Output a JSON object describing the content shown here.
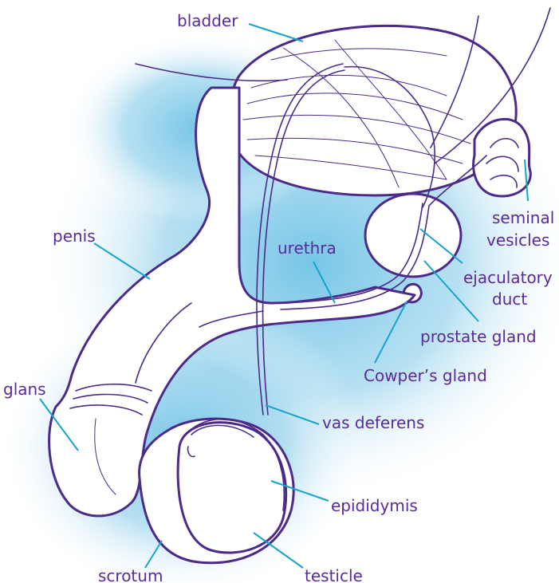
{
  "colors": {
    "background_glow": "#9fd6ee",
    "outline": "#4b2a8a",
    "label_text": "#5a2a98",
    "leader_line": "#17a3cc"
  },
  "labels": {
    "bladder": "bladder",
    "penis": "penis",
    "urethra": "urethra",
    "seminal_vesicles_line1": "seminal",
    "seminal_vesicles_line2": "vesicles",
    "ejaculatory_duct_line1": "ejaculatory",
    "ejaculatory_duct_line2": "duct",
    "prostate_gland": "prostate gland",
    "cowpers_gland": "Cowper’s gland",
    "glans": "glans",
    "vas_deferens": "vas deferens",
    "epididymis": "epididymis",
    "scrotum": "scrotum",
    "testicle": "testicle"
  }
}
